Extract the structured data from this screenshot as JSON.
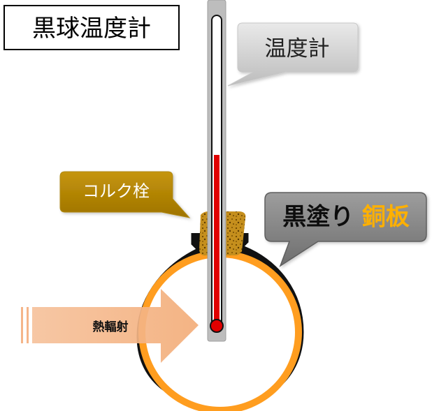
{
  "title": "黒球温度計",
  "labels": {
    "thermometer": "温度計",
    "cork": "コルク栓",
    "copper_black": "黒塗り",
    "copper_plate": "銅板",
    "radiation": "熱輻射"
  },
  "colors": {
    "title_border": "#000000",
    "callout_gray": "#cfcfcf",
    "callout_dark_gray": "#8a8a8a",
    "cork_gold": "#b8860b",
    "copper_highlight": "#ffb000",
    "globe_orange": "#ff9900",
    "globe_black": "#111111",
    "mercury_red": "#e00000",
    "arrow_peach": "#f4b183",
    "thermometer_body": "#bdbdbd"
  }
}
